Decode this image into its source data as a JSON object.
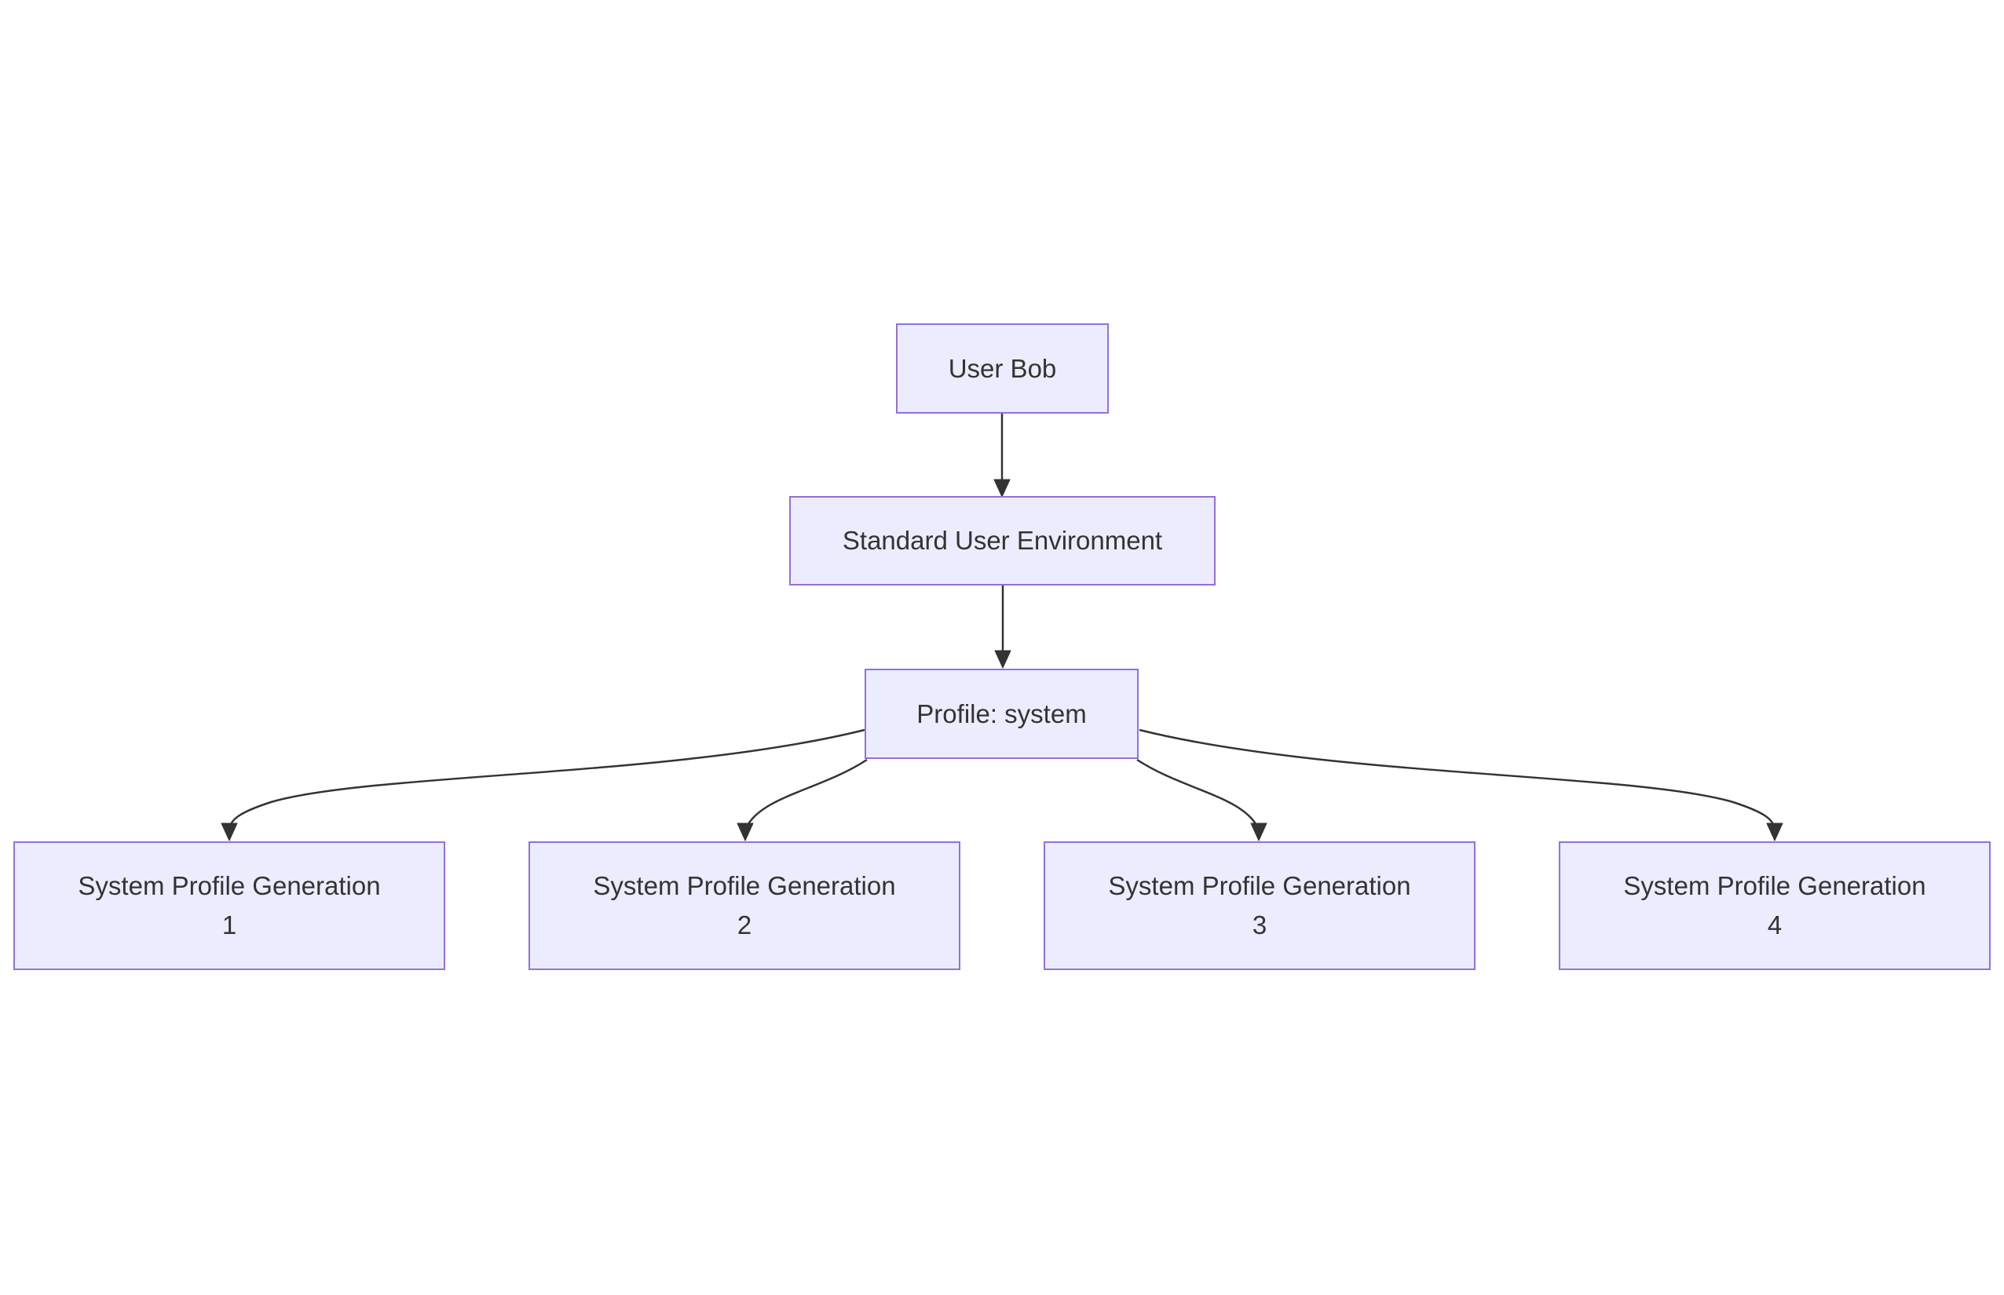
{
  "diagram": {
    "type": "flowchart",
    "direction": "top-down",
    "nodes": [
      {
        "id": "user-bob",
        "lines": [
          "User Bob"
        ]
      },
      {
        "id": "standard-user-environment",
        "lines": [
          "Standard User Environment"
        ]
      },
      {
        "id": "profile-system",
        "lines": [
          "Profile: system"
        ]
      },
      {
        "id": "system-profile-generation-1",
        "lines": [
          "System Profile Generation",
          "1"
        ]
      },
      {
        "id": "system-profile-generation-2",
        "lines": [
          "System Profile Generation",
          "2"
        ]
      },
      {
        "id": "system-profile-generation-3",
        "lines": [
          "System Profile Generation",
          "3"
        ]
      },
      {
        "id": "system-profile-generation-4",
        "lines": [
          "System Profile Generation",
          "4"
        ]
      }
    ],
    "edges": [
      {
        "from": "User Bob",
        "to": "Standard User Environment"
      },
      {
        "from": "Standard User Environment",
        "to": "Profile: system"
      },
      {
        "from": "Profile: system",
        "to": "System Profile Generation 1"
      },
      {
        "from": "Profile: system",
        "to": "System Profile Generation 2"
      },
      {
        "from": "Profile: system",
        "to": "System Profile Generation 3"
      },
      {
        "from": "Profile: system",
        "to": "System Profile Generation 4"
      }
    ],
    "colors": {
      "background": "#ffffff",
      "node_fill": "#ECECFF",
      "node_border": "#9370DB",
      "edge": "#333333",
      "text": "#333333"
    }
  }
}
